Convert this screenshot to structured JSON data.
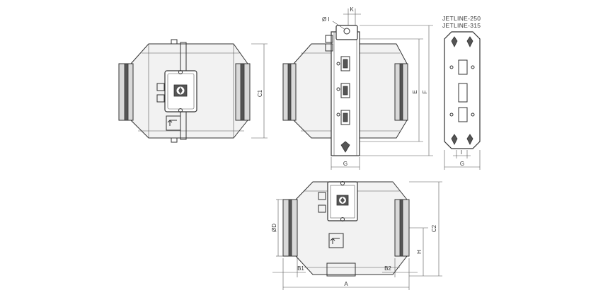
{
  "models": [
    "JETLINE-250",
    "JETLINE-315"
  ],
  "dimension_labels": {
    "c1": "C1",
    "c2": "C2",
    "e": "E",
    "f": "F",
    "g": "G",
    "g2": "G",
    "k": "K",
    "i": "I",
    "phi_small": "Ø I",
    "phi_d": "ØD",
    "h": "H",
    "a": "A",
    "b1": "B1",
    "b2": "B2"
  },
  "icons": [
    "fan-symbol-icon",
    "airflow-arrow-icon",
    "cable-gland-icon",
    "screw-icon",
    "mounting-hole-icon"
  ]
}
